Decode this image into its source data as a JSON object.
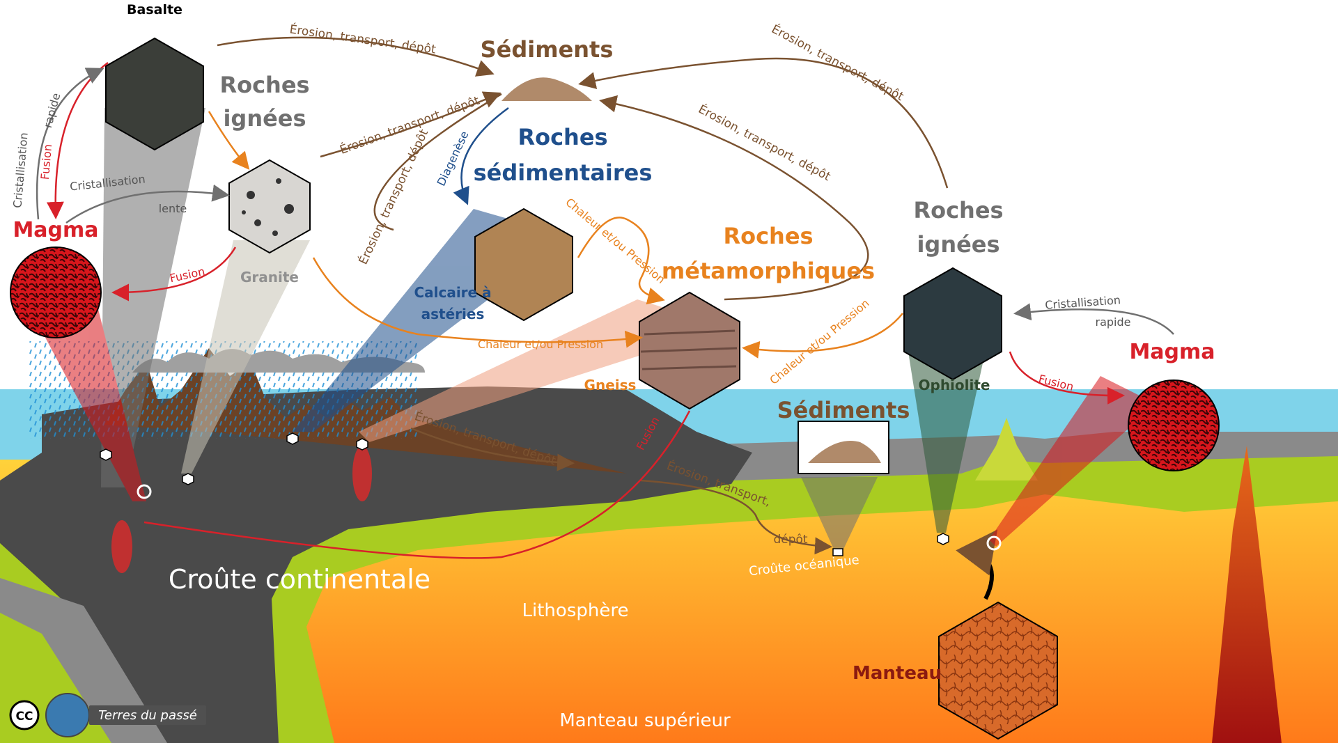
{
  "colors": {
    "brown": "#7a5230",
    "blue": "#1f4f8c",
    "orange": "#e8821e",
    "red": "#d8212a",
    "grey": "#707070",
    "darkgreen": "#2f4a2f",
    "white": "#ffffff",
    "darkred": "#8b1a10"
  },
  "titles": {
    "sediments_top": "Sédiments",
    "sediments_ocean": "Sédiments",
    "roches_ignees_left_1": "Roches",
    "roches_ignees_left_2": "ignées",
    "roches_ignees_right_1": "Roches",
    "roches_ignees_right_2": "ignées",
    "roches_sed_1": "Roches",
    "roches_sed_2": "sédimentaires",
    "roches_meta_1": "Roches",
    "roches_meta_2": "métamorphiques",
    "magma_left": "Magma",
    "magma_right": "Magma"
  },
  "rocks": {
    "basalte": "Basalte",
    "granite": "Granite",
    "calcaire_1": "Calcaire à",
    "calcaire_2": "astéries",
    "gneiss": "Gneiss",
    "ophiolite": "Ophiolite",
    "manteau": "Manteau"
  },
  "processes": {
    "erosion_top_left": "Érosion, transport, dépôt",
    "erosion_top_right": "Érosion, transport, dépôt",
    "erosion_granite": "Érosion, transport, dépôt",
    "erosion_loop": "Érosion, transport, dépôt",
    "erosion_meta": "Érosion, transport, dépôt",
    "erosion_mountain": "Érosion, transport, dépôt",
    "erosion_coast": "Érosion, transport,",
    "depot": "dépôt",
    "diagenese": "Diagenèse",
    "cristallisation_rapide_left_1": "Cristallisation",
    "cristallisation_rapide_left_2": "rapide",
    "fusion_left": "Fusion",
    "cristallisation_lente_1": "Cristallisation",
    "cristallisation_lente_2": "lente",
    "fusion_granite": "Fusion",
    "chaleur_calcaire": "Chaleur et/ou Pression",
    "chaleur_granite": "Chaleur et/ou Pression",
    "chaleur_ophiolite": "Chaleur et/ou Pression",
    "fusion_gneiss": "Fusion",
    "cristallisation_rapide_right_1": "Cristallisation",
    "cristallisation_rapide_right_2": "rapide",
    "fusion_right": "Fusion"
  },
  "layers": {
    "croute_continentale": "Croûte continentale",
    "croute_oceanique": "Croûte océanique",
    "lithosphere": "Lithosphère",
    "manteau_superieur": "Manteau supérieur"
  },
  "credit": {
    "cc": "CC",
    "brand": "Terres du passé"
  }
}
